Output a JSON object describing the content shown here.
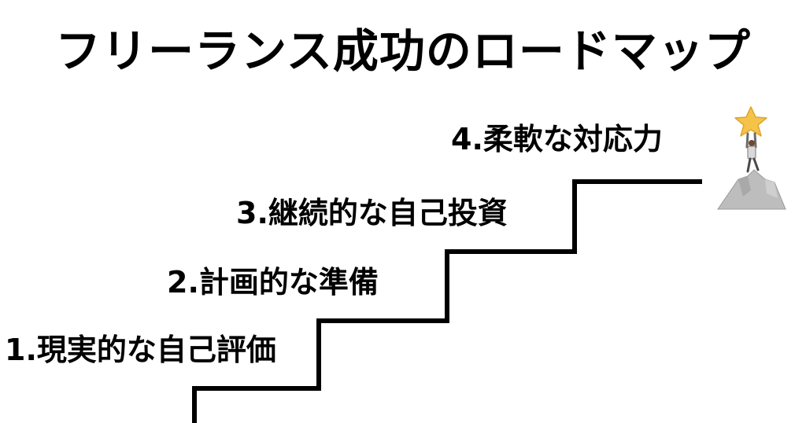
{
  "title": "フリーランス成功のロードマップ",
  "steps": [
    {
      "label": "1.現実的な自己評価"
    },
    {
      "label": "2.計画的な準備"
    },
    {
      "label": "3.継続的な自己投資"
    },
    {
      "label": "4.柔軟な対応力"
    }
  ],
  "illustration": {
    "icon": "climber-on-mountain-holding-star-icon",
    "star_color": "#f5c34a",
    "rock_color": "#bdbdbd"
  },
  "colors": {
    "text": "#000000",
    "stairs": "#000000",
    "background": "#ffffff"
  }
}
